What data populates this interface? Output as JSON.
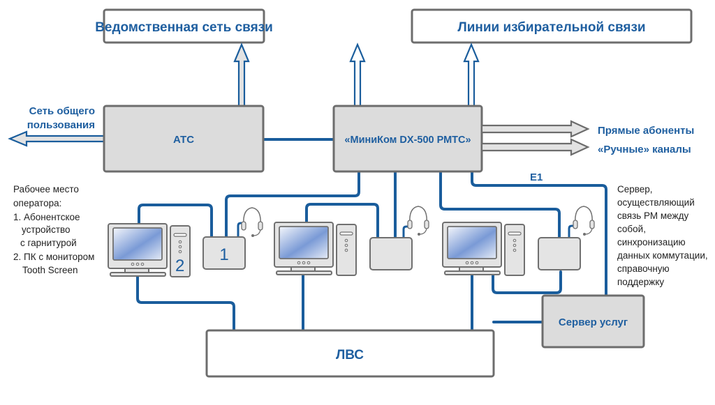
{
  "diagram": {
    "top_boxes": {
      "departmental_network": "Ведомственная сеть связи",
      "selective_lines": "Линии избирательной связи"
    },
    "atc": "АТС",
    "minikom": "«МиниКом DX-500 РМТС»",
    "public_network": [
      "Сеть общего",
      "пользования"
    ],
    "outputs": {
      "direct_subscribers": "Прямые абоненты",
      "manual_channels": "«Ручные» каналы"
    },
    "e1_label": "E1",
    "lan": "ЛВС",
    "service_server": "Сервер услуг",
    "workstation_markers": {
      "device": "1",
      "pc": "2"
    },
    "legend_left": [
      "Рабочее место",
      "оператора:",
      "1. Абонентское",
      "устройство",
      "с гарнитурой",
      "2. ПК с монитором",
      "Tooth Screen"
    ],
    "legend_right": [
      "Сервер,",
      "осуществляющий",
      "связь РМ между",
      "собой,",
      "синхронизацию",
      "данных коммутации,",
      "справочную",
      "поддержку"
    ],
    "colors": {
      "accent": "#1f5fa0",
      "wire": "#1a5d9c",
      "box_fill": "#dcdcdc",
      "border": "#6d6d6d"
    }
  }
}
